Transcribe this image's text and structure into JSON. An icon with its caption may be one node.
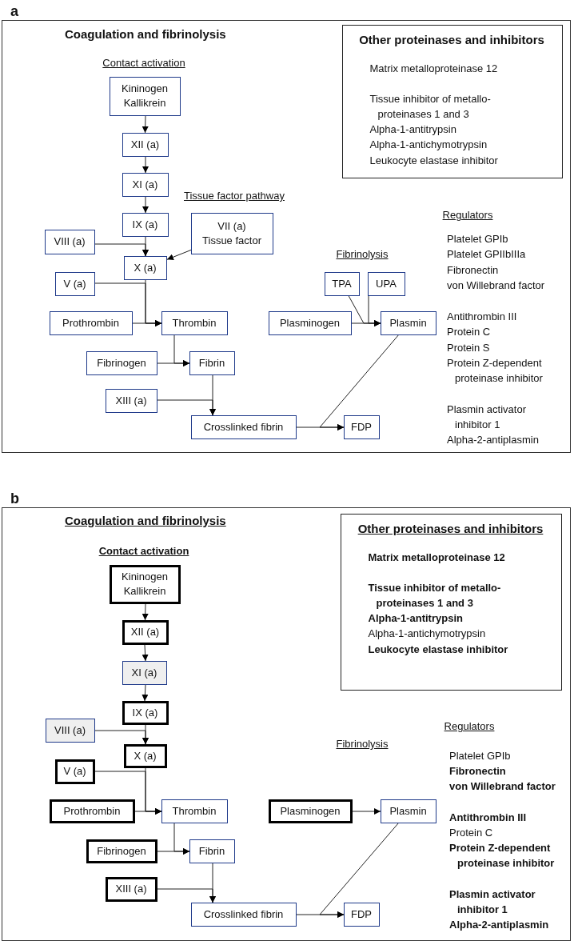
{
  "diagram": {
    "nodes": [
      {
        "text": [
          "a",
          "Coagulation and fibrinolysis"
        ]
      },
      {
        "text": [
          "Other proteinases and inhibitors",
          "Matrix metalloproteinase 12",
          "Tissue inhibitor of metallo- proteinases 1 and 3",
          "Alpha-1-antitrypsin",
          "Alpha-1-antichymotrypsin",
          "Leukocyte elastase inhibitor"
        ],
        "in": 0
      },
      {
        "text": [
          "Kininogen",
          "Kallikrein"
        ],
        "in": 0
      },
      {
        "text": [
          "XII (a)"
        ],
        "in": 0
      },
      {
        "text": [
          "XI (a)"
        ],
        "in": 0
      },
      {
        "text": [
          "IX (a)"
        ],
        "in": 0
      },
      {
        "text": [
          "VIII (a)"
        ],
        "in": 0
      },
      {
        "text": [
          "VII (a)",
          "Tissue factor"
        ],
        "in": 0
      },
      {
        "text": [
          "X (a)"
        ],
        "in": 0
      },
      {
        "text": [
          "V (a)"
        ],
        "in": 0
      },
      {
        "text": [
          "Prothrombin"
        ],
        "in": 0
      },
      {
        "text": [
          "Thrombin"
        ],
        "in": 0
      },
      {
        "text": [
          "TPA"
        ],
        "in": 0
      },
      {
        "text": [
          "UPA"
        ],
        "in": 0
      },
      {
        "text": [
          "Plasminogen"
        ],
        "in": 0
      },
      {
        "text": [
          "Plasmin"
        ],
        "in": 0
      },
      {
        "text": [
          "Fibrinogen"
        ],
        "in": 0
      },
      {
        "text": [
          "Fibrin"
        ],
        "in": 0
      },
      {
        "text": [
          "XIII (a)"
        ],
        "in": 0
      },
      {
        "text": [
          "Crosslinked fibrin"
        ],
        "in": 0
      },
      {
        "text": [
          "FDP"
        ],
        "in": 0
      },
      {
        "text": [
          "b",
          "Coagulation and fibrinolysis"
        ]
      },
      {
        "text": [
          "Other proteinases and inhibitors",
          "Matrix metalloproteinase 12",
          "Tissue inhibitor of metallo- proteinases 1 and 3",
          "Alpha-1-antitrypsin",
          "Alpha-1-antichymotrypsin",
          "Leukocyte elastase inhibitor"
        ],
        "in": 21
      },
      {
        "text": [
          "Kininogen",
          "Kallikrein"
        ],
        "in": 21
      },
      {
        "text": [
          "XII (a)"
        ],
        "in": 21
      },
      {
        "text": [
          "XI (a)"
        ],
        "in": 21
      },
      {
        "text": [
          "IX (a)"
        ],
        "in": 21
      },
      {
        "text": [
          "VIII (a)"
        ],
        "in": 21
      },
      {
        "text": [
          "X (a)"
        ],
        "in": 21
      },
      {
        "text": [
          "V (a)"
        ],
        "in": 21
      },
      {
        "text": [
          "Prothrombin"
        ],
        "in": 21
      },
      {
        "text": [
          "Thrombin"
        ],
        "in": 21
      },
      {
        "text": [
          "Plasminogen"
        ],
        "in": 21
      },
      {
        "text": [
          "Plasmin"
        ],
        "in": 21
      },
      {
        "text": [
          "Fibrinogen"
        ],
        "in": 21
      },
      {
        "text": [
          "Fibrin"
        ],
        "in": 21
      },
      {
        "text": [
          "XIII (a)"
        ],
        "in": 21
      },
      {
        "text": [
          "Crosslinked fibrin"
        ],
        "in": 21
      },
      {
        "text": [
          "FDP"
        ],
        "in": 21
      }
    ],
    "edges": [
      {
        "from": 2,
        "to": 3,
        "arrow": "to"
      },
      {
        "from": 3,
        "to": 4,
        "arrow": "to"
      },
      {
        "from": 4,
        "to": 5,
        "arrow": "to"
      },
      {
        "from": 5,
        "to": 8,
        "arrow": "to"
      },
      {
        "from": 6,
        "to": 8,
        "arrow": "to"
      },
      {
        "from": 7,
        "to": 8,
        "arrow": "to"
      },
      {
        "from": 8,
        "to": 11,
        "arrow": "to"
      },
      {
        "from": 9,
        "to": 11,
        "arrow": "to"
      },
      {
        "from": 10,
        "to": 11,
        "arrow": "to"
      },
      {
        "from": 11,
        "to": 17,
        "arrow": "to"
      },
      {
        "from": 16,
        "to": 17,
        "arrow": "to"
      },
      {
        "from": 17,
        "to": 19,
        "arrow": "to"
      },
      {
        "from": 18,
        "to": 19,
        "arrow": "to"
      },
      {
        "from": 12,
        "to": 15,
        "arrow": "to"
      },
      {
        "from": 13,
        "to": 15,
        "arrow": "to"
      },
      {
        "from": 14,
        "to": 15,
        "arrow": "to"
      },
      {
        "from": 15,
        "to": 20,
        "arrow": "to"
      },
      {
        "from": 19,
        "to": 20,
        "arrow": "to"
      },
      {
        "from": 23,
        "to": 24,
        "arrow": "to"
      },
      {
        "from": 24,
        "to": 25,
        "arrow": "to"
      },
      {
        "from": 25,
        "to": 26,
        "arrow": "to"
      },
      {
        "from": 26,
        "to": 28,
        "arrow": "to"
      },
      {
        "from": 27,
        "to": 28,
        "arrow": "to"
      },
      {
        "from": 28,
        "to": 31,
        "arrow": "to"
      },
      {
        "from": 29,
        "to": 31,
        "arrow": "to"
      },
      {
        "from": 30,
        "to": 31,
        "arrow": "to"
      },
      {
        "from": 31,
        "to": 35,
        "arrow": "to"
      },
      {
        "from": 34,
        "to": 35,
        "arrow": "to"
      },
      {
        "from": 32,
        "to": 33,
        "arrow": "to"
      },
      {
        "from": 35,
        "to": 37,
        "arrow": "to"
      },
      {
        "from": 36,
        "to": 37,
        "arrow": "to"
      },
      {
        "from": 33,
        "to": 38,
        "arrow": "to"
      },
      {
        "from": 37,
        "to": 38,
        "arrow": "to"
      }
    ],
    "labels": [
      "Contact activation",
      "Tissue factor pathway",
      "Fibrinolysis",
      "Regulators",
      "Platelet GPIb",
      "Platelet GPIIbIIIa",
      "Fibronectin",
      "von Willebrand factor",
      "Antithrombin III",
      "Protein C",
      "Protein S",
      "Protein Z-dependent proteinase inhibitor",
      "Plasmin activator inhibitor 1",
      "Alpha-2-antiplasmin",
      "Contact activation",
      "Regulators",
      "Fibrinolysis",
      "Platelet GPIb",
      "Fibronectin",
      "von Willebrand factor",
      "Antithrombin III",
      "Protein C",
      "Protein Z-dependent proteinase inhibitor",
      "Plasmin activator inhibitor 1",
      "Alpha-2-antiplasmin"
    ]
  }
}
